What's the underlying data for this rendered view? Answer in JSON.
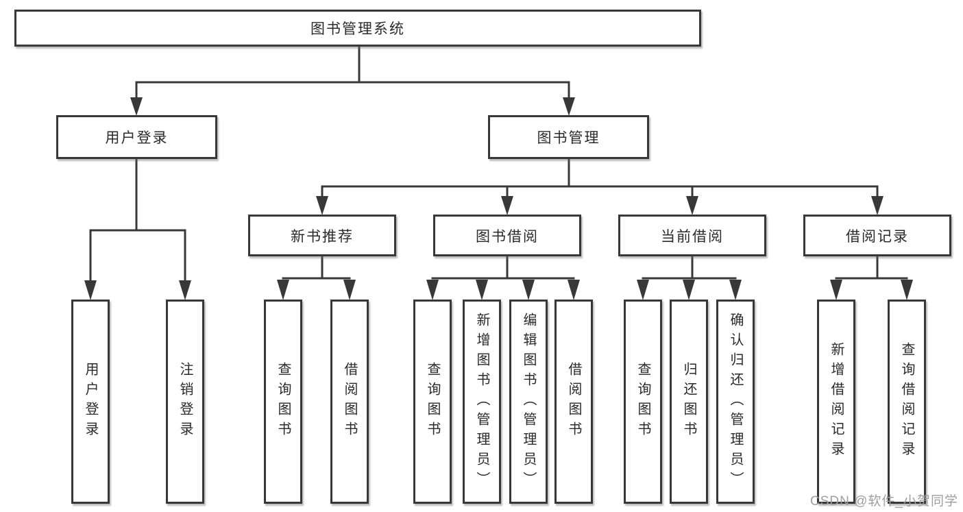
{
  "diagram": {
    "root": "图书管理系统",
    "branches": [
      {
        "label": "用户登录",
        "children": [
          "用户登录",
          "注销登录"
        ]
      },
      {
        "label": "图书管理",
        "sections": [
          {
            "label": "新书推荐",
            "children": [
              "查询图书",
              "借阅图书"
            ]
          },
          {
            "label": "图书借阅",
            "children": [
              "查询图书",
              "新增图书（管理员）",
              "编辑图书（管理员）",
              "借阅图书"
            ]
          },
          {
            "label": "当前借阅",
            "children": [
              "查询图书",
              "归还图书",
              "确认归还（管理员）"
            ]
          },
          {
            "label": "借阅记录",
            "children": [
              "新增借阅记录",
              "查询借阅记录"
            ]
          }
        ]
      }
    ]
  },
  "watermark": {
    "text": "CSDN @软件_小贺同学"
  },
  "colors": {
    "line": "#383838",
    "box_border": "#383838",
    "box_fill": "#ffffff",
    "text": "#2a2a2a",
    "watermark_text": "#9e9e9e",
    "background": "#ffffff"
  }
}
